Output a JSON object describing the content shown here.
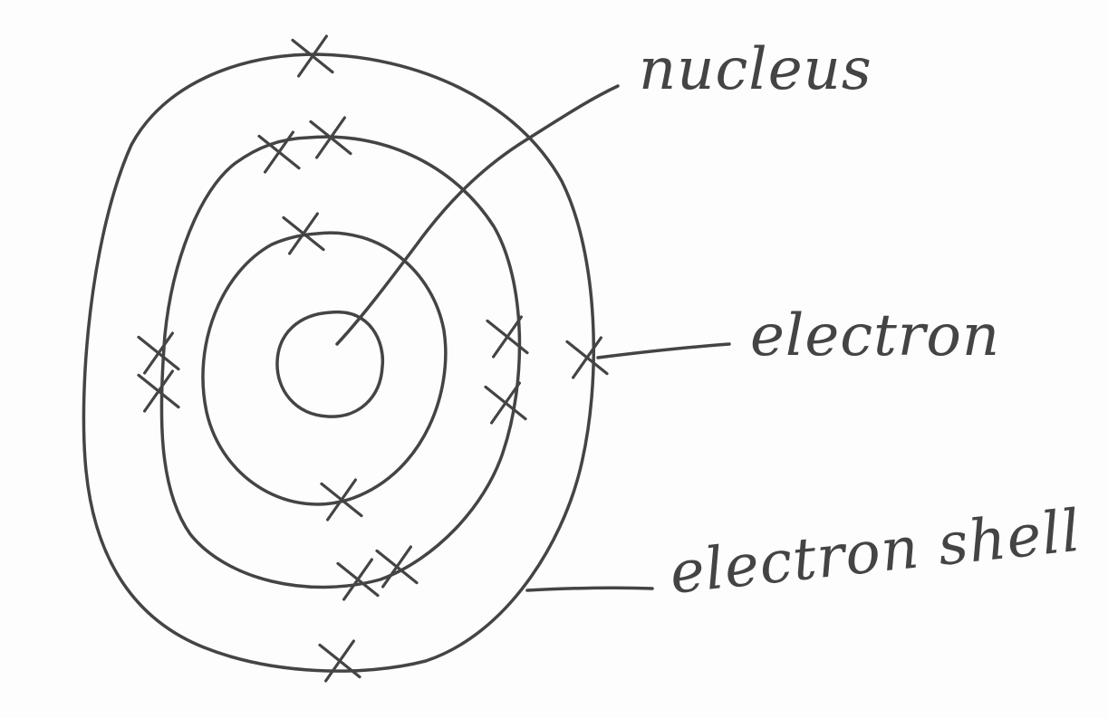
{
  "labels": {
    "nucleus": "nucleus",
    "electron": "electron",
    "electron_shell": "electron shell"
  },
  "shells": [
    {
      "name": "inner-shell",
      "electron_count": 2
    },
    {
      "name": "middle-shell",
      "electron_count": 8
    },
    {
      "name": "outer-shell",
      "electron_count": 3
    }
  ],
  "style": {
    "ink_color": "#444444",
    "paper_color": "#fdfdfd"
  }
}
